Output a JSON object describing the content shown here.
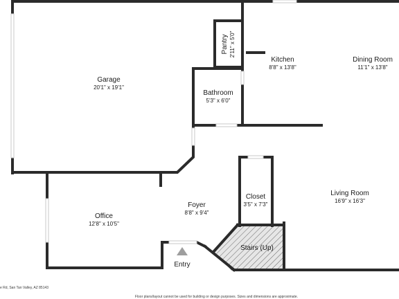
{
  "rooms": {
    "garage": {
      "name": "Garage",
      "dims": "20'1\" x 19'1\""
    },
    "pantry": {
      "name": "Pantry",
      "dims": "2'11\" x 5'0\""
    },
    "kitchen": {
      "name": "Kitchen",
      "dims": "8'8\" x 13'8\""
    },
    "dining": {
      "name": "Dining Room",
      "dims": "11'1\" x 13'8\""
    },
    "bathroom": {
      "name": "Bathroom",
      "dims": "5'3\" x 6'0\""
    },
    "closet": {
      "name": "Closet",
      "dims": "3'5\" x 7'3\""
    },
    "living": {
      "name": "Living Room",
      "dims": "16'9\" x 16'3\""
    },
    "office": {
      "name": "Office",
      "dims": "12'8\" x 10'5\""
    },
    "foyer": {
      "name": "Foyer",
      "dims": "8'8\" x 9'4\""
    },
    "stairs": {
      "name": "Stairs (Up)"
    }
  },
  "entry": {
    "label": "Entry"
  },
  "footer": {
    "address": "e Rd, San Tan Valley, AZ 85143",
    "disclaimer": "Floor plans/layout cannot be used for building or design purposes. Sizes and dimensions are approximate."
  },
  "colors": {
    "wall": "#2b2b2b",
    "entry_marker": "#9e9e9e",
    "stairs_fill": "#e6e6e6"
  }
}
